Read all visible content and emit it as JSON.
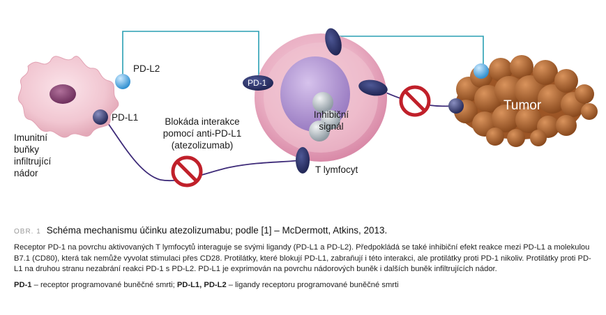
{
  "diagram": {
    "labels": {
      "pd_l2_left": "PD-L2",
      "pd_l1_left": "PD-L1",
      "pd1": "PD-1",
      "blockade": [
        "Blokáda interakce",
        "pomocí anti-PD-L1",
        "(atezolizumab)"
      ],
      "inhibitory_signal": [
        "Inhibiční",
        "signál"
      ],
      "t_cell": "T lymfocyt",
      "tumor": "Tumor",
      "immune_cells": [
        "Imunitní",
        "buňky",
        "infiltrující",
        "nádor"
      ]
    },
    "colors": {
      "teal_line": "#2a9fb3",
      "purple_line": "#3d2a78",
      "pd_l2_ball": "#4aa8e0",
      "pd_l1_ball": "#3b3f78",
      "receptor": "#2f3566",
      "no_sign": "#c0202a",
      "dendritic_cell": "#f3cdd6",
      "t_cell_membrane": "#ecb6c8",
      "t_cell_nucleus": "#b79ad4",
      "tumor": "#a8602c"
    },
    "icons": [
      "prohibition-sign-icon",
      "prohibition-sign-icon"
    ]
  },
  "caption": {
    "number": "OBR. 1",
    "title": "Schéma mechanismu účinku atezolizumabu; podle [1] – McDermott, Atkins, 2013.",
    "body": "Receptor PD-1 na povrchu aktivovaných T lymfocytů interaguje se svými ligandy (PD-L1 a PD-L2). Předpokládá se také inhibiční efekt reakce mezi PD-L1 a molekulou B7.1 (CD80), která tak nemůže vyvolat stimulaci přes CD28. Protilátky, které blokují PD-L1, zabraňují i této interakci, ale protilátky proti PD-1 nikoliv. Protilátky proti PD-L1 na druhou stranu nezabrání reakci PD-1 s PD-L2. PD-L1 je exprimován na povrchu nádorových buněk i dalších buněk infiltrujících nádor.",
    "legend_term1": "PD-1",
    "legend_def1": " – receptor programované buněčné smrti; ",
    "legend_term2": "PD-L1, PD-L2",
    "legend_def2": " – ligandy receptoru programované buněčné smrti"
  }
}
